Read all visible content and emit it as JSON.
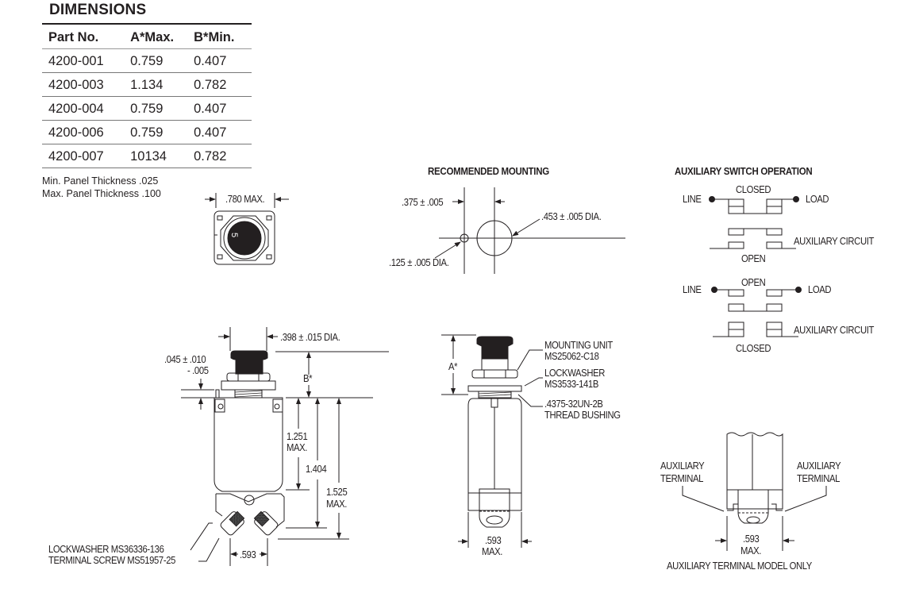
{
  "dimensions": {
    "title": "DIMENSIONS",
    "columns": [
      "Part No.",
      "A*Max.",
      "B*Min."
    ],
    "rows": [
      [
        "4200-001",
        "0.759",
        "0.407"
      ],
      [
        "4200-003",
        "1.134",
        "0.782"
      ],
      [
        "4200-004",
        "0.759",
        "0.407"
      ],
      [
        "4200-006",
        "0.759",
        "0.407"
      ],
      [
        "4200-007",
        "10134",
        "0.782"
      ]
    ],
    "notes": [
      "Min. Panel Thickness .025",
      "Max. Panel Thickness .100"
    ]
  },
  "top_view": {
    "width_label": ".780 MAX.",
    "button_marking": "5"
  },
  "recommended_mounting": {
    "title": "RECOMMENDED MOUNTING",
    "spacing": ".375 ± .005",
    "large_hole": ".453 ± .005 DIA.",
    "small_hole": ".125 ± .005 DIA."
  },
  "auxiliary_switch": {
    "title": "AUXILIARY SWITCH OPERATION",
    "line": "LINE",
    "load": "LOAD",
    "closed": "CLOSED",
    "open": "OPEN",
    "aux_circuit": "AUXILIARY CIRCUIT"
  },
  "side_view": {
    "button_dia": ".398 ± .015 DIA.",
    "panel_tol_1": ".045 ± .010",
    "panel_tol_2": "- .005",
    "b_label": "B*",
    "dim_1251_a": "1.251",
    "dim_1251_b": "MAX.",
    "dim_1404": "1.404",
    "dim_1525_a": "1.525",
    "dim_1525_b": "MAX.",
    "terminal_width": ".593",
    "lockwasher": "LOCKWASHER MS36336-136",
    "terminal_screw": "TERMINAL SCREW MS51957-25"
  },
  "front_view": {
    "a_label": "A*",
    "mounting_unit_1": "MOUNTING UNIT",
    "mounting_unit_2": "MS25062-C18",
    "lockwasher_1": "LOCKWASHER",
    "lockwasher_2": "MS3533-141B",
    "thread_1": ".4375-32UN-2B",
    "thread_2": "THREAD BUSHING",
    "width_1": ".593",
    "width_2": "MAX."
  },
  "aux_terminal_view": {
    "left_1": "AUXILIARY",
    "left_2": "TERMINAL",
    "right_1": "AUXILIARY",
    "right_2": "TERMINAL",
    "width_1": ".593",
    "width_2": "MAX.",
    "caption": "AUXILIARY TERMINAL MODEL ONLY"
  }
}
